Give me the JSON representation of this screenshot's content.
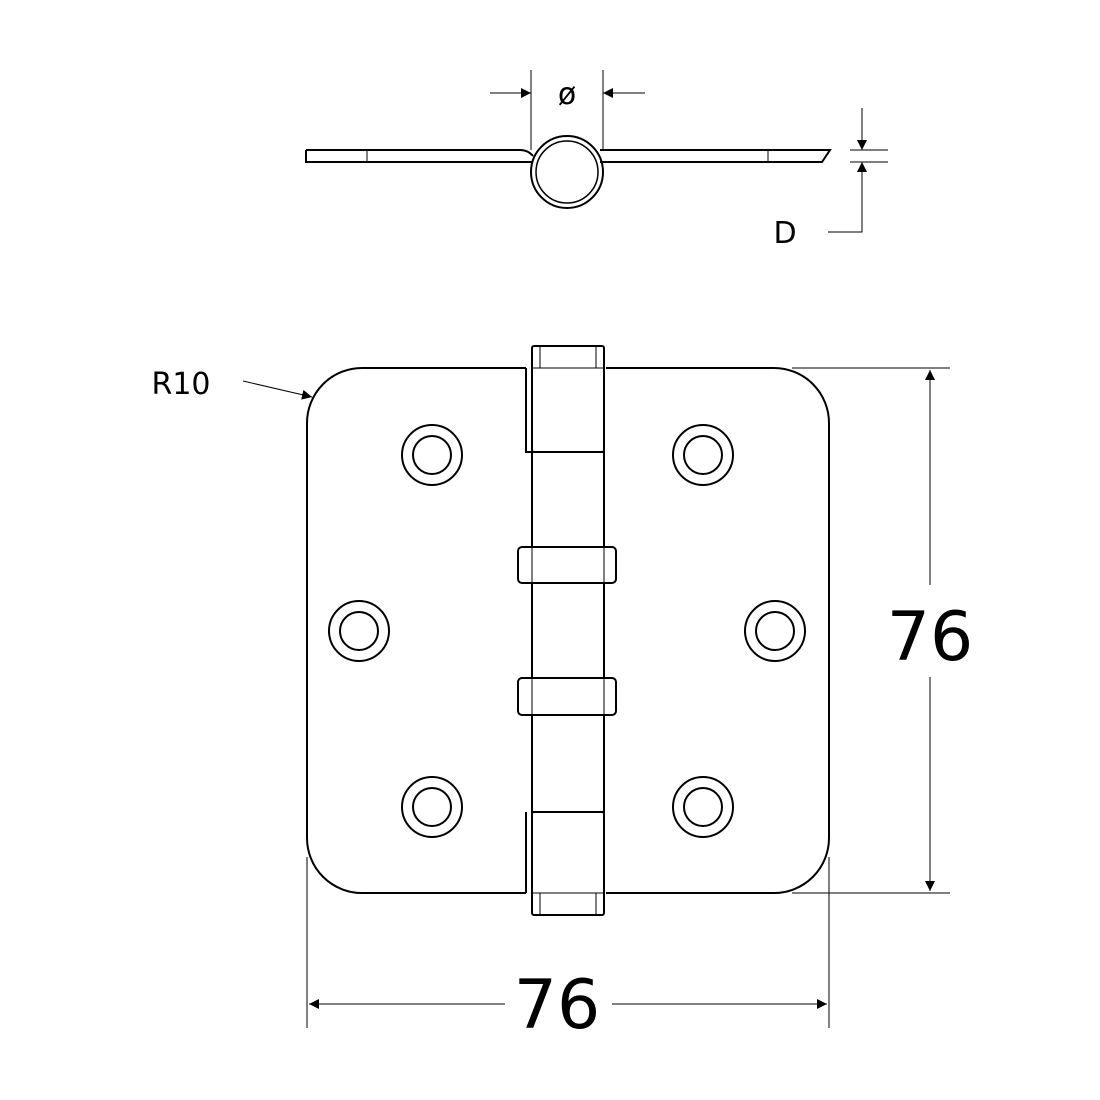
{
  "labels": {
    "diameter": "ø",
    "thickness": "D",
    "radius": "R10",
    "height": "76",
    "width": "76"
  },
  "colors": {
    "line": "#000000",
    "background": "#ffffff"
  }
}
